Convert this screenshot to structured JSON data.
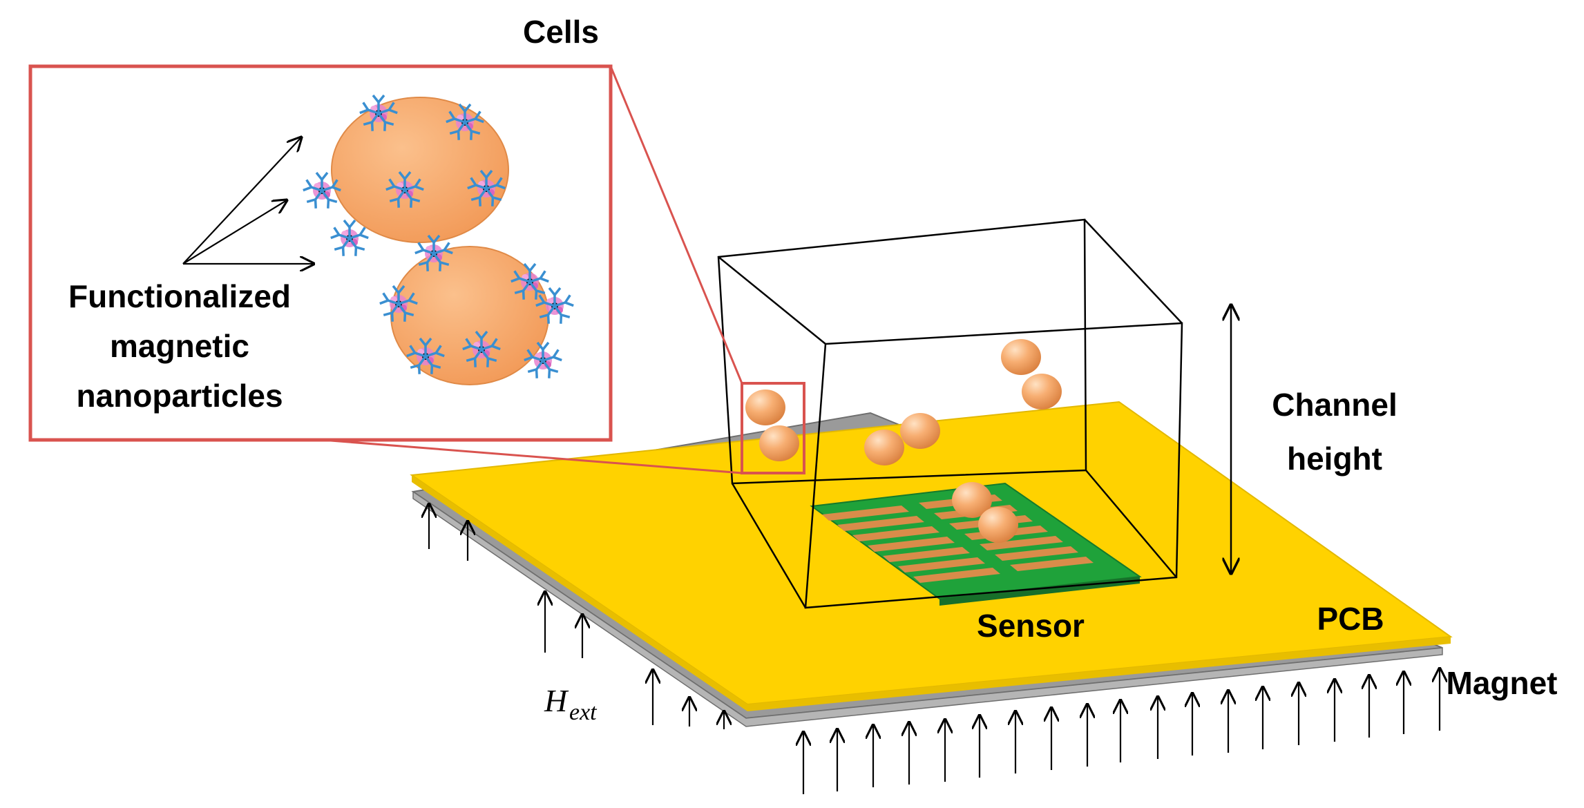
{
  "labels": {
    "cells": "Cells",
    "functionalized": [
      "Functionalized",
      "magnetic",
      "nanoparticles"
    ],
    "channel_height": [
      "Channel",
      "height"
    ],
    "sensor": "Sensor",
    "pcb": "PCB",
    "magnet": "Magnet",
    "h_ext": {
      "symbol": "H",
      "subscript": "ext"
    }
  },
  "colors": {
    "pcb": "#FFD200",
    "pcb_edge": "#C9A200",
    "magnet": "#9A9A9A",
    "sensor_green": "#1FA23A",
    "sensor_strip": "#D98C4A",
    "cell": "#F5A66A",
    "zoom_box": "#D9534F",
    "antibody": "#3A8FD1",
    "nanoparticle": "#E07BC8"
  }
}
